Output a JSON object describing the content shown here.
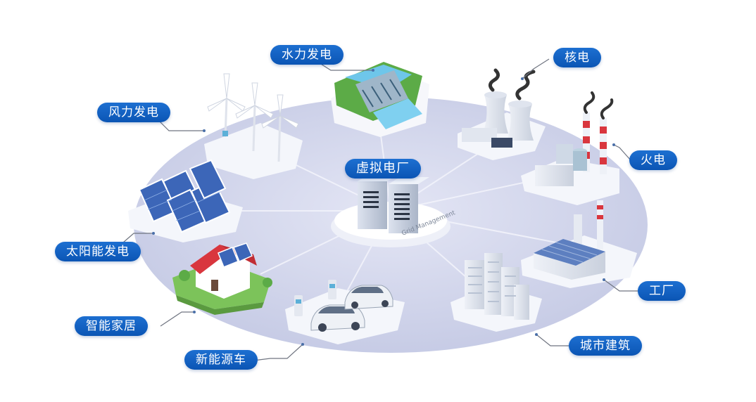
{
  "center": {
    "label": "虚拟电厂",
    "rack_text": "Grid Management"
  },
  "nodes": {
    "hydro": {
      "label": "水力发电"
    },
    "nuclear": {
      "label": "核电"
    },
    "wind": {
      "label": "风力发电"
    },
    "thermal": {
      "label": "火电"
    },
    "solar": {
      "label": "太阳能发电"
    },
    "factory": {
      "label": "工厂"
    },
    "home": {
      "label": "智能家居"
    },
    "city": {
      "label": "城市建筑"
    },
    "ev": {
      "label": "新能源车"
    }
  },
  "colors": {
    "pill": "#0b55b4",
    "platform": "#cfd3ec",
    "tile": "#f4f6fb",
    "roof": "#d9363e",
    "grass": "#7cc35a",
    "smoke": "#333333",
    "chimney_red": "#d9363e"
  }
}
